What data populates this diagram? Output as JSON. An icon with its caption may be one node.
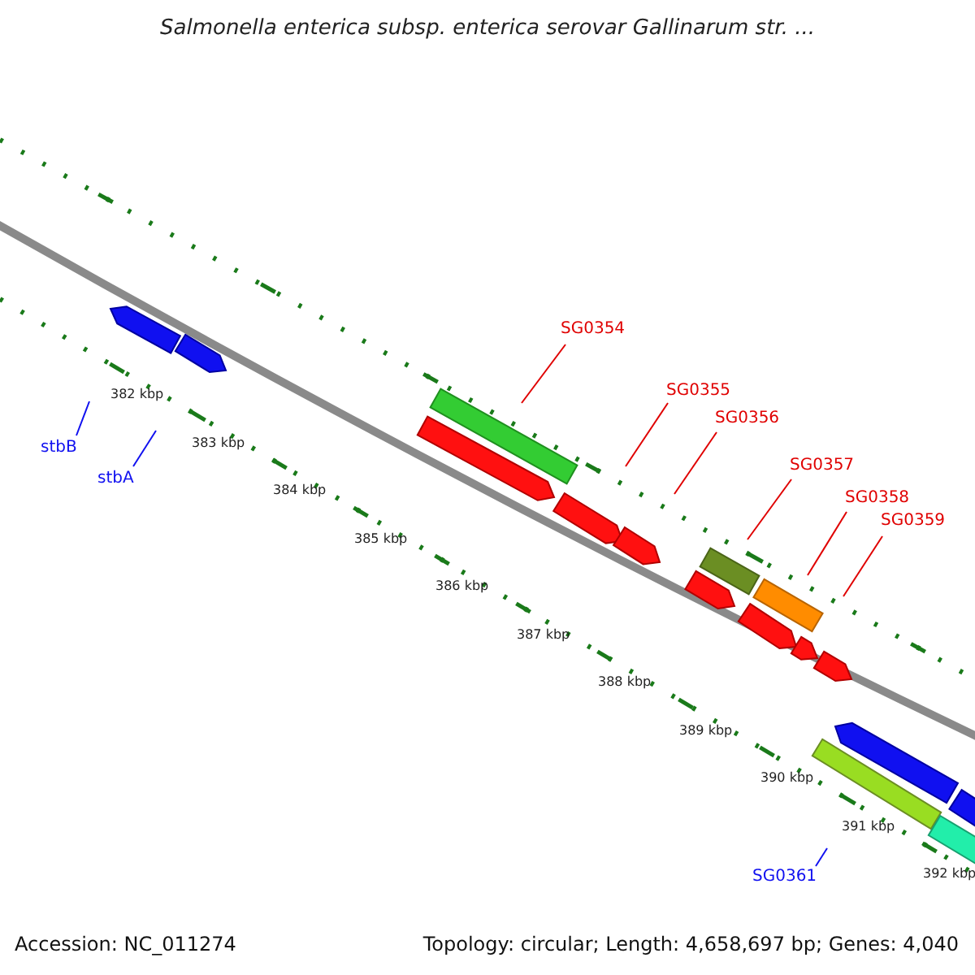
{
  "diagram": {
    "title": "Salmonella enterica subsp. enterica serovar Gallinarum str. ...",
    "nodes": [
      {
        "text": [
          "SG0354"
        ]
      },
      {
        "text": [
          "SG0355"
        ]
      },
      {
        "text": [
          "SG0356"
        ]
      },
      {
        "text": [
          "SG0357"
        ]
      },
      {
        "text": [
          "SG0358"
        ]
      },
      {
        "text": [
          "SG0359"
        ]
      },
      {
        "text": [
          "stbB"
        ]
      },
      {
        "text": [
          "stbA"
        ]
      },
      {
        "text": [
          "SG0361"
        ]
      }
    ],
    "edges": [
      {
        "from": 0,
        "to": null,
        "arrow": "none"
      },
      {
        "from": 1,
        "to": null,
        "arrow": "none"
      },
      {
        "from": 2,
        "to": null,
        "arrow": "none"
      },
      {
        "from": 3,
        "to": null,
        "arrow": "none"
      },
      {
        "from": 4,
        "to": null,
        "arrow": "none"
      },
      {
        "from": 5,
        "to": null,
        "arrow": "none"
      },
      {
        "from": 6,
        "to": null,
        "arrow": "none",
        "color": "#1010f0"
      },
      {
        "from": 7,
        "to": null,
        "arrow": "none",
        "color": "#1010f0"
      },
      {
        "from": 8,
        "to": null,
        "arrow": "none",
        "color": "#1010f0"
      }
    ],
    "labels": [
      "382 kbp",
      "383 kbp",
      "384 kbp",
      "385 kbp",
      "386 kbp",
      "387 kbp",
      "388 kbp",
      "389 kbp",
      "390 kbp",
      "391 kbp",
      "392 kbp",
      "Accession: NC_011274",
      "Topology: circular; Length: 4,658,697 bp; Genes: 4,040"
    ]
  }
}
